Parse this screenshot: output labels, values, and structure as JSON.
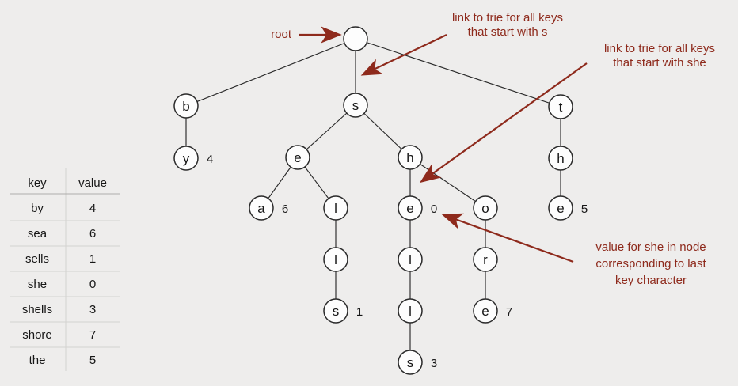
{
  "colors": {
    "background": "#eeedec",
    "accent": "#8e2a1c",
    "line": "#2a2a2a"
  },
  "table": {
    "headers": {
      "key": "key",
      "value": "value"
    },
    "rows": [
      {
        "key": "by",
        "value": "4"
      },
      {
        "key": "sea",
        "value": "6"
      },
      {
        "key": "sells",
        "value": "1"
      },
      {
        "key": "she",
        "value": "0"
      },
      {
        "key": "shells",
        "value": "3"
      },
      {
        "key": "shore",
        "value": "7"
      },
      {
        "key": "the",
        "value": "5"
      }
    ]
  },
  "trie": {
    "nodes": {
      "root": "",
      "b": "b",
      "y": "y",
      "s": "s",
      "e1": "e",
      "h1": "h",
      "a": "a",
      "l1": "l",
      "l2": "l",
      "s2": "s",
      "e2": "e",
      "l3": "l",
      "l4": "l",
      "s3": "s",
      "o": "o",
      "r": "r",
      "e3": "e",
      "t": "t",
      "h2": "h",
      "e4": "e"
    },
    "values": {
      "y": "4",
      "a": "6",
      "s2": "1",
      "e2": "0",
      "s3": "3",
      "e3": "7",
      "e4": "5"
    }
  },
  "annotations": {
    "root_label": "root",
    "link_s": [
      "link to trie for all keys",
      "that start with s"
    ],
    "link_she": [
      "link to trie for all keys",
      "that start with she"
    ],
    "value_she": [
      "value for she in node",
      "corresponding to last",
      "key character"
    ]
  }
}
